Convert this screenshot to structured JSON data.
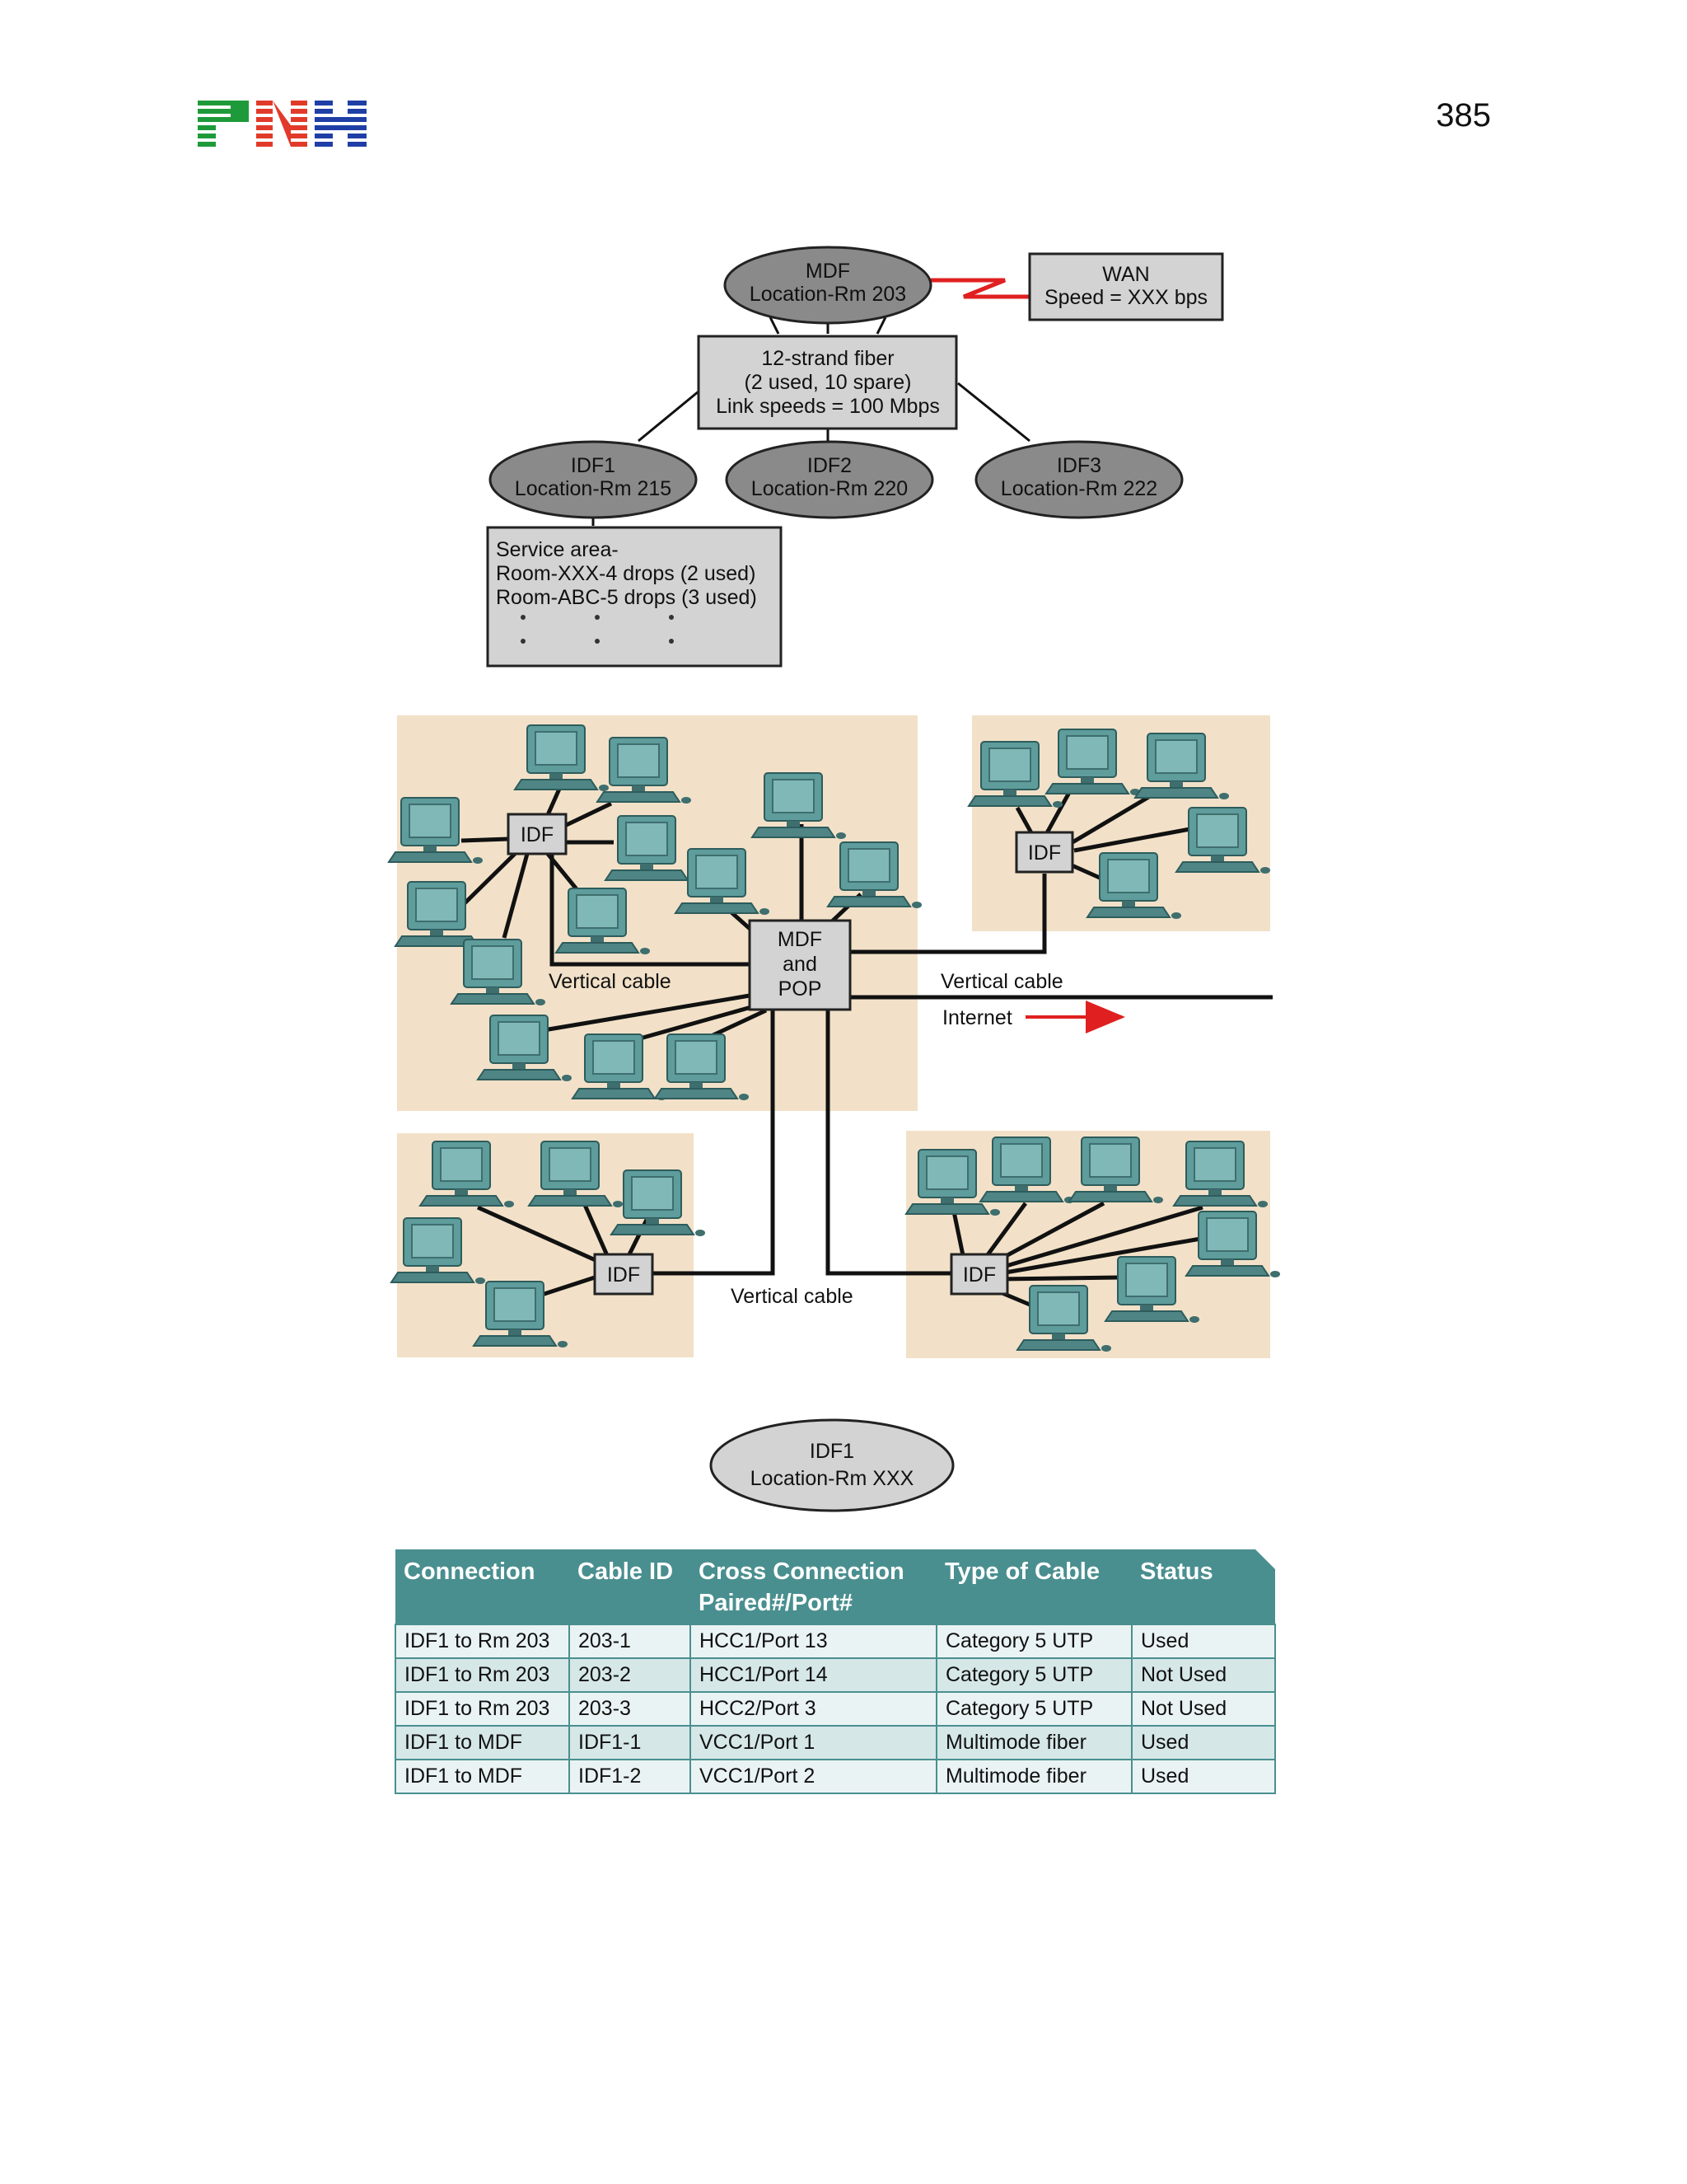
{
  "header": {
    "logo_text": "PNH",
    "page_number": "385"
  },
  "diagram_top": {
    "mdf": {
      "line1": "MDF",
      "line2": "Location-Rm 203"
    },
    "wan": {
      "line1": "WAN",
      "line2": "Speed = XXX bps"
    },
    "fiber": {
      "line1": "12-strand fiber",
      "line2": "(2 used, 10 spare)",
      "line3": "Link speeds = 100 Mbps"
    },
    "idf1": {
      "line1": "IDF1",
      "line2": "Location-Rm 215"
    },
    "idf2": {
      "line1": "IDF2",
      "line2": "Location-Rm 220"
    },
    "idf3": {
      "line1": "IDF3",
      "line2": "Location-Rm 222"
    },
    "service": {
      "line1": "Service area-",
      "line2": "Room-XXX-4 drops (2 used)",
      "line3": "Room-ABC-5 drops (3 used)"
    }
  },
  "diagram_network": {
    "idf_label": "IDF",
    "mdf": {
      "line1": "MDF",
      "line2": "and",
      "line3": "POP"
    },
    "vertical_cable": "Vertical cable",
    "internet": "Internet"
  },
  "idf1_ellipse": {
    "line1": "IDF1",
    "line2": "Location-Rm XXX"
  },
  "colors": {
    "table_header": "#4a8f8f",
    "zone_fill": "#f2e1c8",
    "ellipse_fill": "#8a8a8a",
    "box_fill": "#d3d3d3",
    "internet_arrow": "#e02020",
    "wan_link": "#e02020"
  },
  "table": {
    "headers": [
      "Connection",
      "Cable ID",
      "Cross Connection Paired#/Port#",
      "Type of Cable",
      "Status"
    ],
    "rows": [
      [
        "IDF1 to Rm 203",
        "203-1",
        "HCC1/Port 13",
        "Category 5 UTP",
        "Used"
      ],
      [
        "IDF1 to Rm 203",
        "203-2",
        "HCC1/Port 14",
        "Category 5 UTP",
        "Not Used"
      ],
      [
        "IDF1 to Rm 203",
        "203-3",
        "HCC2/Port 3",
        "Category 5 UTP",
        "Not Used"
      ],
      [
        "IDF1 to MDF",
        "IDF1-1",
        "VCC1/Port 1",
        "Multimode fiber",
        "Used"
      ],
      [
        "IDF1 to MDF",
        "IDF1-2",
        "VCC1/Port 2",
        "Multimode fiber",
        "Used"
      ]
    ]
  }
}
